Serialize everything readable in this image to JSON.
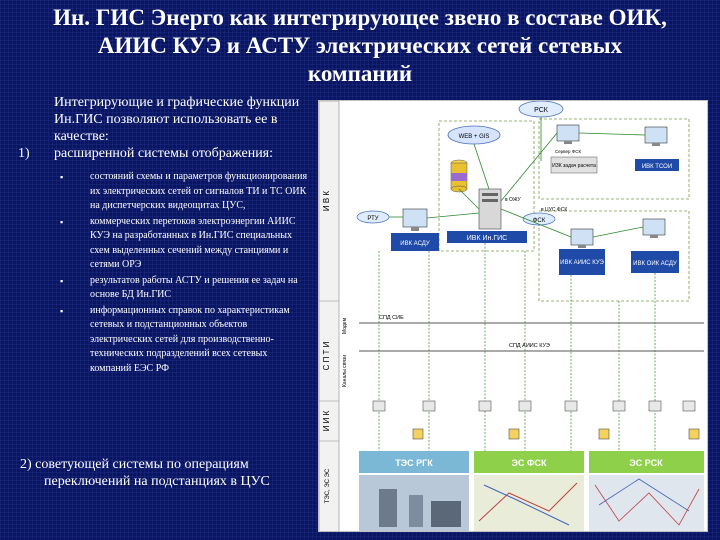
{
  "title": {
    "line1": "Ин. ГИС Энерго как интегрирующее звено в составе ОИК,",
    "line2": "АИИС КУЭ и АСТУ электрических сетей сетевых",
    "line3": "компаний"
  },
  "item1": {
    "number": "1)",
    "intro": "Интегрирующие и графические функции Ин.ГИС позволяют использовать ее в качестве:",
    "lead": "расширенной системы отображения:",
    "bullets": [
      "состояний схемы и параметров функционирования их электрических сетей от сигналов ТИ и ТС ОИК на диспетчерских видеощитах ЦУС,",
      "коммерческих перетоков электроэнергии АИИС КУЭ на разработанных в Ин.ГИС специальных схем выделенных сечений между станциями и сетями ОРЭ",
      "результатов работы АСТУ и решения ее задач на основе БД Ин.ГИС",
      "информационных справок по характеристикам сетевых и подстанционных объектов электрических сетей для производственно-технических подразделений всех сетевых компаний ЕЭС РФ"
    ]
  },
  "item2": {
    "line1": "2) советующей системы по операциям",
    "line2": "переключений на подстанциях в ЦУС"
  },
  "diagram": {
    "cloud_top": "РСК",
    "web_gis": "WEB + GIS",
    "ivk_label": "И В К",
    "sptn_label": "С П Т И",
    "iik_label": "И И К",
    "tes_label": "ТЭС, ЭС ЭС",
    "to_oju": "в ОЖУ",
    "to_server_fsk": "в ЦУС ФСК",
    "rtu": "РТУ",
    "fsk_cloud": "ФСК",
    "ivk_in_gis": "ИВК Ин.ГИС",
    "ivk_asdu": "ИВК АСДУ",
    "ivk_aiis_kue": "ИВК АИИС КУЭ",
    "izk_calc": "ИЗК задач расчета",
    "ivk_tsoi": "ИВК ТСОИ",
    "ivk_oik_asdu": "ИВК ОИК АСДУ",
    "server_fsk": "Сервер ФСК",
    "spd_sie": "СПД СИЕ",
    "spd_aiis": "СПД АИИС КУЭ",
    "modem": "Модем",
    "channels": "Каналы связи",
    "bottom_tes": "ТЭС РГК",
    "bottom_fsk": "ЭС ФСК",
    "bottom_rsk": "ЭС РСК"
  }
}
